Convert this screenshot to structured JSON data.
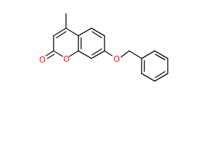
{
  "molecule": {
    "atoms": {
      "carbonyl_oxygen": "O",
      "ring_oxygen": "O",
      "ether_oxygen": "O"
    },
    "colors": {
      "bond": "#000000",
      "oxygen": "#ff0d0d",
      "background": "#ffffff"
    }
  }
}
